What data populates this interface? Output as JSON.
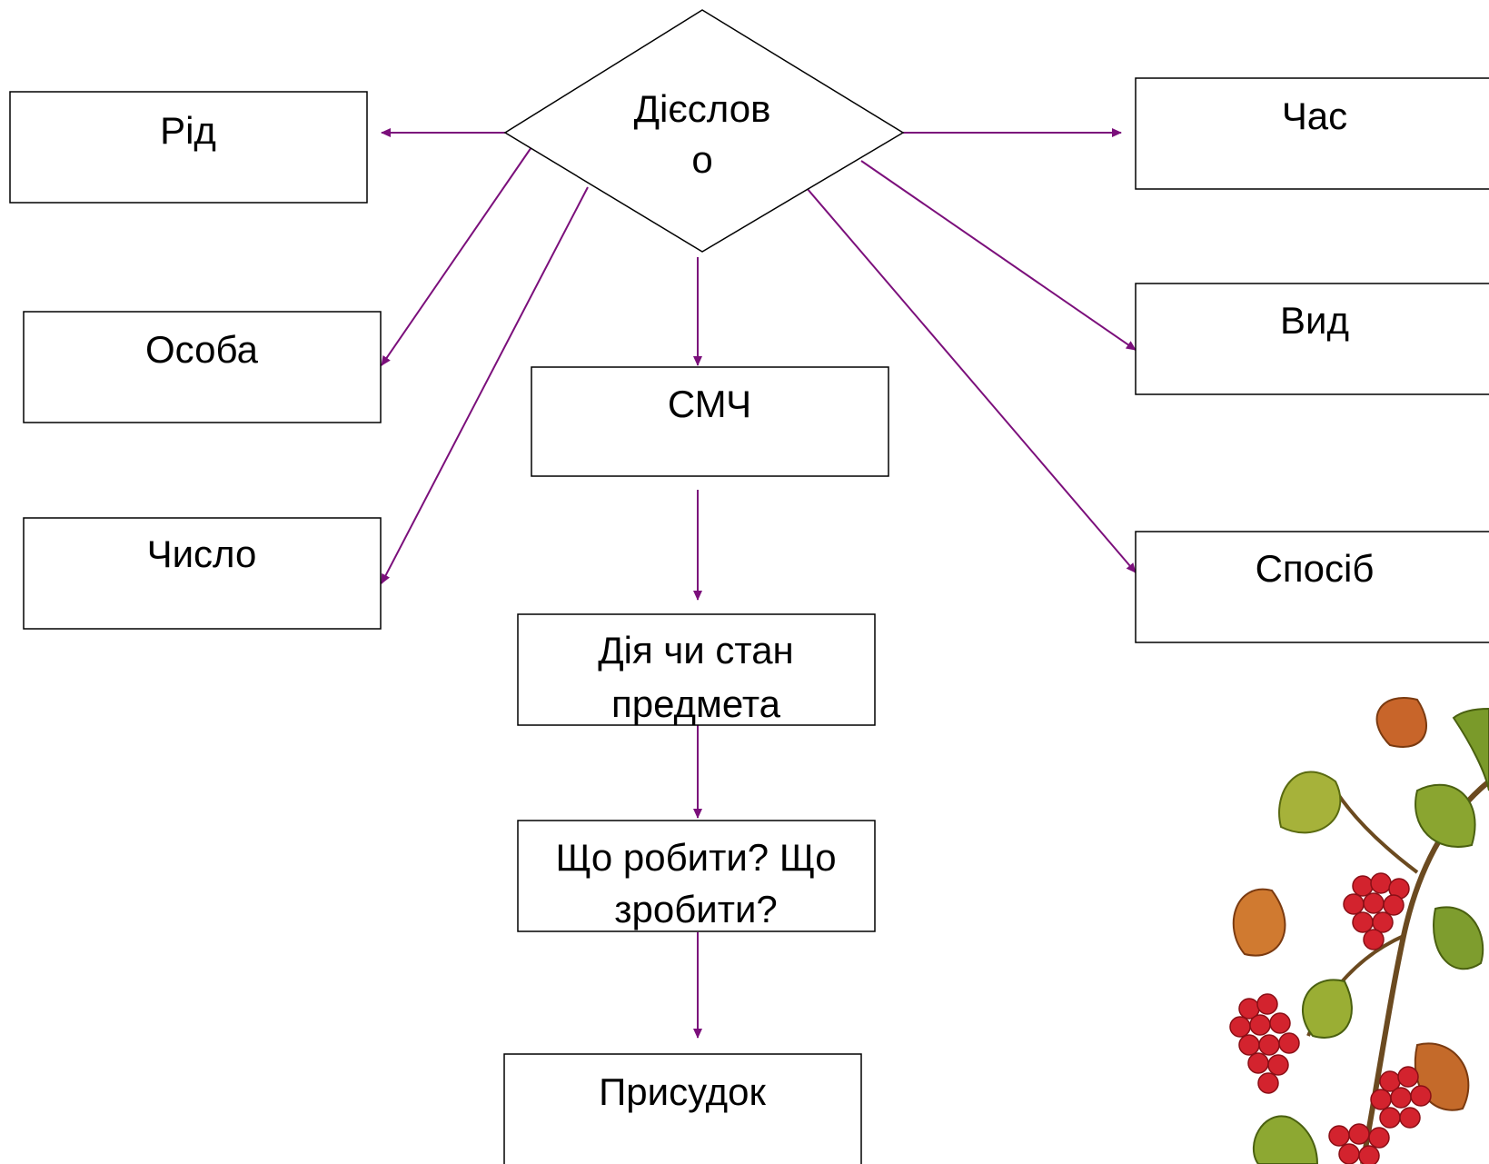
{
  "diagram": {
    "center": {
      "lines": [
        "Дієслов",
        "о"
      ]
    },
    "boxes": {
      "rid": {
        "lines": [
          "Рід"
        ]
      },
      "osoba": {
        "lines": [
          "Особа"
        ]
      },
      "chyslo": {
        "lines": [
          "Число"
        ]
      },
      "chas": {
        "lines": [
          "Час"
        ]
      },
      "vyd": {
        "lines": [
          "Вид"
        ]
      },
      "sposib": {
        "lines": [
          "Спосіб"
        ]
      },
      "smch": {
        "lines": [
          "СМЧ"
        ]
      },
      "diya": {
        "lines": [
          "Дія чи стан",
          "предмета"
        ]
      },
      "pytannya": {
        "lines": [
          "Що робити? Що",
          "зробити?"
        ]
      },
      "prysudok": {
        "lines": [
          "Присудок"
        ]
      }
    },
    "colors": {
      "arrow": "#7b0f7b",
      "border": "#000000"
    }
  }
}
